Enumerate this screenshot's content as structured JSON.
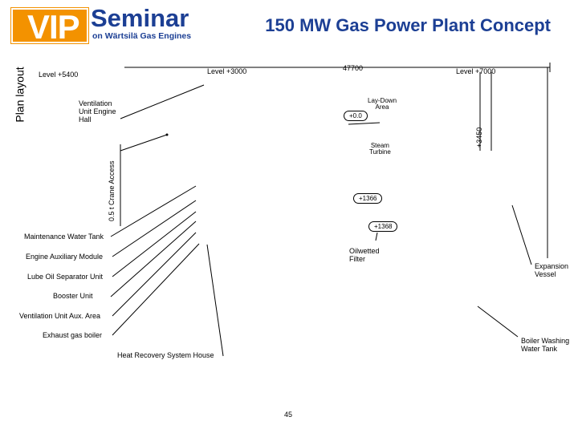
{
  "header": {
    "logo_text": "VIP",
    "brand": "Seminar",
    "subline": "on Wärtsilä Gas Engines",
    "title": "150 MW Gas Power Plant Concept",
    "colors": {
      "logo_bg": "#f39200",
      "brand_blue": "#1c3f94"
    }
  },
  "side_label": "Plan layout",
  "dimension_top": "47700",
  "levels": {
    "left": "Level +5400",
    "middle": "Level +3000",
    "right": "Level +7000"
  },
  "labels": {
    "ventilation_hall": "Ventilation\nUnit Engine\nHall",
    "lay_down": "Lay-Down\nArea",
    "level_zero": "+0.0",
    "dim_3450": "+3450",
    "steam_turbine": "Steam\nTurbine",
    "crane_access": "0.5 t Crane Access",
    "pill_1366": "+1366",
    "pill_1368": "+1368",
    "maintenance_tank": "Maintenance Water Tank",
    "engine_aux": "Engine Auxiliary Module",
    "oilwetted": "Oilwetted\nFilter",
    "expansion": "Expansion\nVessel",
    "lube_oil": "Lube Oil Separator Unit",
    "booster": "Booster Unit",
    "vent_aux": "Ventilation Unit Aux. Area",
    "exhaust": "Exhaust gas boiler",
    "boiler_washing": "Boiler Washing\nWater Tank",
    "heat_recovery": "Heat Recovery System House"
  },
  "page_number": "45"
}
